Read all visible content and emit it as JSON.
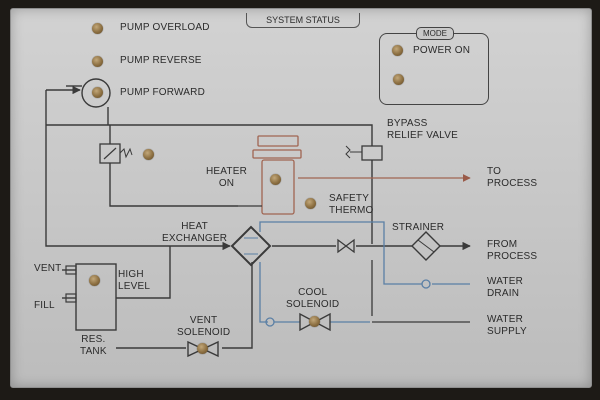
{
  "panel": {
    "title": "SYSTEM STATUS"
  },
  "mode": {
    "title": "MODE",
    "power_on": "POWER ON"
  },
  "indicators": {
    "pump_overload": "PUMP OVERLOAD",
    "pump_reverse": "PUMP REVERSE",
    "pump_forward": "PUMP FORWARD"
  },
  "labels": {
    "bypass_relief_valve": "BYPASS\nRELIEF VALVE",
    "heater_on": "HEATER\nON",
    "safety_thermo": "SAFETY\nTHERMO",
    "heat_exchanger": "HEAT\nEXCHANGER",
    "strainer": "STRAINER",
    "to_process": "TO\nPROCESS",
    "from_process": "FROM\nPROCESS",
    "water_drain": "WATER\nDRAIN",
    "water_supply": "WATER\nSUPPLY",
    "vent": "VENT",
    "fill": "FILL",
    "high_level": "HIGH\nLEVEL",
    "res_tank": "RES.\nTANK",
    "cool_solenoid": "COOL\nSOLENOID",
    "vent_solenoid": "VENT\nSOLENOID"
  },
  "colors": {
    "panel": "#c9c9c9",
    "line_dark": "#3a3a3a",
    "line_heat": "#b06a55",
    "line_water": "#5a7fa5",
    "led": "#8c6f41"
  }
}
